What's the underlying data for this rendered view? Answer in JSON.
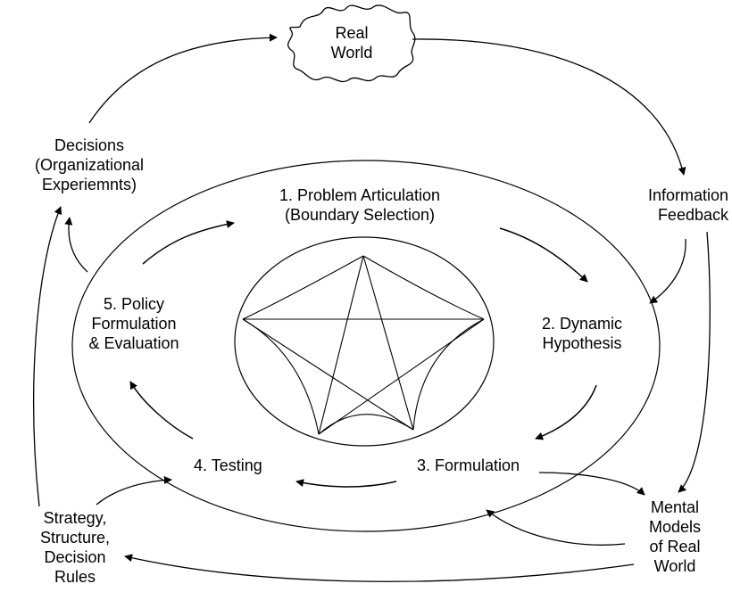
{
  "real_world": [
    "Real",
    "World"
  ],
  "decisions": [
    "Decisions",
    "(Organizational",
    "Experiemnts)"
  ],
  "information_feedback": [
    "Information",
    "Feedback"
  ],
  "steps": {
    "problem_articulation": [
      "1. Problem Articulation",
      "(Boundary Selection)"
    ],
    "dynamic_hypothesis": [
      "2. Dynamic",
      "Hypothesis"
    ],
    "formulation": "3. Formulation",
    "testing": "4. Testing",
    "policy": [
      "5. Policy",
      "Formulation",
      "& Evaluation"
    ]
  },
  "mental_models": [
    "Mental",
    "Models",
    "of Real",
    "World"
  ],
  "strategy": [
    "Strategy,",
    "Structure,",
    "Decision",
    "Rules"
  ]
}
